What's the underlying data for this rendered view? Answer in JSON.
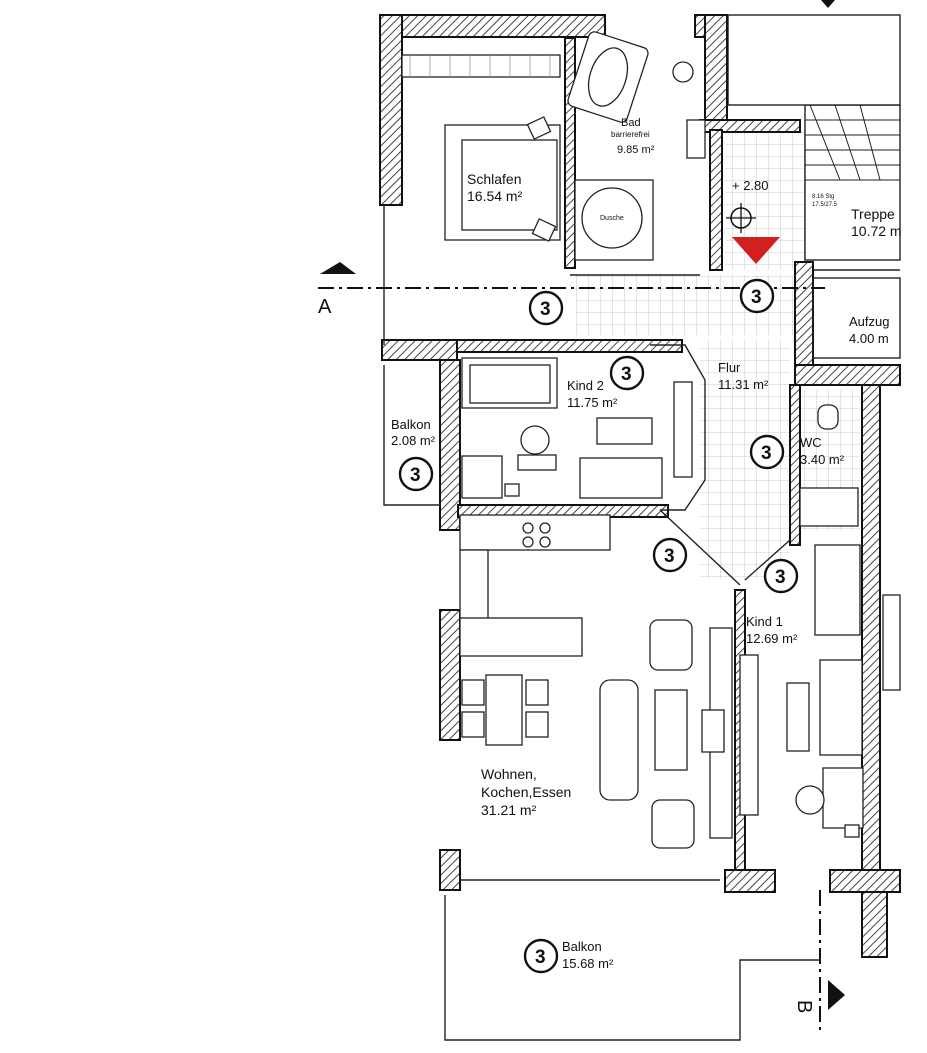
{
  "rooms": {
    "schlafen": {
      "name": "Schlafen",
      "area": "16.54 m²"
    },
    "bad": {
      "name": "Bad",
      "note": "barrierefrei",
      "area": "9.85 m²",
      "shower": "Dusche"
    },
    "treppe": {
      "name": "Treppe",
      "area": "10.72 m",
      "level": "+ 2.80",
      "steps": "8.16 Stg",
      "step_size": "17.5/27.5"
    },
    "aufzug": {
      "name": "Aufzug",
      "area": "4.00 m"
    },
    "flur": {
      "name": "Flur",
      "area": "11.31 m²"
    },
    "kind2": {
      "name": "Kind 2",
      "area": "11.75 m²"
    },
    "balkon_small": {
      "name": "Balkon",
      "area": "2.08 m²"
    },
    "wc": {
      "name": "WC",
      "area": "3.40 m²"
    },
    "wohnen": {
      "name_line1": "Wohnen,",
      "name_line2": "Kochen,Essen",
      "area": "31.21 m²"
    },
    "kind1": {
      "name": "Kind 1",
      "area": "12.69 m²"
    },
    "balkon_large": {
      "name": "Balkon",
      "area": "15.68 m²"
    }
  },
  "markers": {
    "badge": "3",
    "section_a": "A",
    "section_b": "B"
  },
  "colors": {
    "hatch": "#444444",
    "tile": "#bbbbbb",
    "entrance_arrow": "#d21f1f"
  }
}
